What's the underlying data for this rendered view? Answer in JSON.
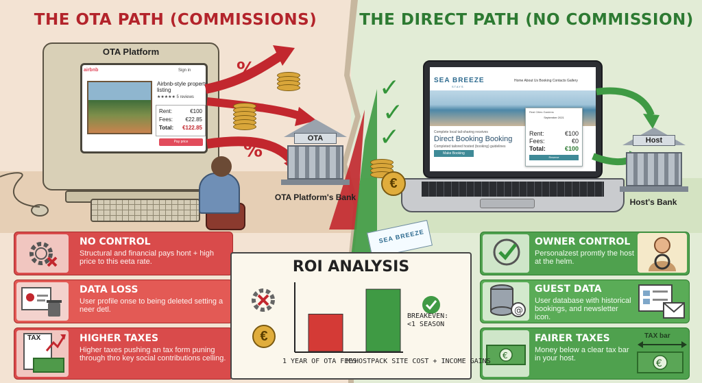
{
  "left": {
    "title": "THE OTA PATH (COMMISSIONS)",
    "monitor_label": "OTA Platform",
    "listing": {
      "brand": "airbnb",
      "nav": "Sign in",
      "title": "Airbnb-style property listing",
      "stars": "★★★★★ 5 reviews",
      "rent_label": "Rent:",
      "rent_value": "€100",
      "fees_label": "Fees:",
      "fees_value": "€22.85",
      "total_label": "Total:",
      "total_value": "€122.85",
      "pay_button": "Pay price"
    },
    "percent_symbol": "%",
    "bank_sign": "OTA",
    "bank_label": "OTA Platform's Bank",
    "panels": [
      {
        "heading": "NO CONTROL",
        "body": "Structural and financial pays hont + high price to this eeta rate."
      },
      {
        "heading": "DATA LOSS",
        "body": "User profile onse to being deleted setting a neer detl."
      },
      {
        "heading": "HIGHER TAXES",
        "body": "Higher taxes pushing an tax form puning through thro key social contributions celling.",
        "icon_text": "TAX"
      }
    ]
  },
  "right": {
    "title": "THE DIRECT PATH (NO COMMISSION)",
    "site": {
      "logo": "SEA BREEZE",
      "logo_sub": "STAYS",
      "nav": "Home   About Us   Booking   Contacts   Gallery",
      "subheading": "Complete local tail-sharing receives",
      "heading": "Direct Booking Booking",
      "text": "Completed tailored hosted (booking) guidelines",
      "button": "Make Booking"
    },
    "widget": {
      "title": "Real Cities Gardens",
      "month": "September 2021",
      "rent_label": "Rent:",
      "rent_value": "€100",
      "fees_label": "Fees:",
      "fees_value": "€0",
      "total_label": "Total:",
      "total_value": "€100",
      "button": "Reserve"
    },
    "card_text": "SEA BREEZE",
    "bank_sign": "Host",
    "bank_label": "Host's Bank",
    "panels": [
      {
        "heading": "OWNER CONTROL",
        "body": "Personalzest promtly the host at the helm."
      },
      {
        "heading": "GUEST DATA",
        "body": "User database with historical bookings, and newsletter icon."
      },
      {
        "heading": "FAIRER TAXES",
        "body": "Money below a clear tax bar in your host.",
        "tag": "TAX bar"
      }
    ]
  },
  "roi": {
    "title": "ROI ANALYSIS",
    "breakeven": "BREAKEVEN:\n<1 SEASON",
    "euro": "€"
  },
  "chart_data": {
    "type": "bar",
    "title": "ROI ANALYSIS",
    "categories": [
      "1 YEAR OF OTA FEES",
      "MYHOSTPACK SITE COST + INCOME GAINS"
    ],
    "values": [
      60,
      100
    ],
    "colors": [
      "#d43a36",
      "#3f9a44"
    ],
    "xlabel": "",
    "ylabel": "",
    "ylim": [
      0,
      110
    ],
    "annotation": "BREAKEVEN: <1 SEASON",
    "grid": false
  },
  "colors": {
    "ota_red": "#b3242b",
    "direct_green": "#2d7a32",
    "panel_red": "#d94b4b",
    "panel_green": "#4fa14e"
  },
  "icons": [
    "gear-x-icon",
    "user-profile-trash-icon",
    "tax-form-money-icon",
    "check-circle-icon",
    "database-icon",
    "newsletter-envelope-icon",
    "banknote-icon",
    "euro-coin-icon",
    "percent-icon"
  ]
}
